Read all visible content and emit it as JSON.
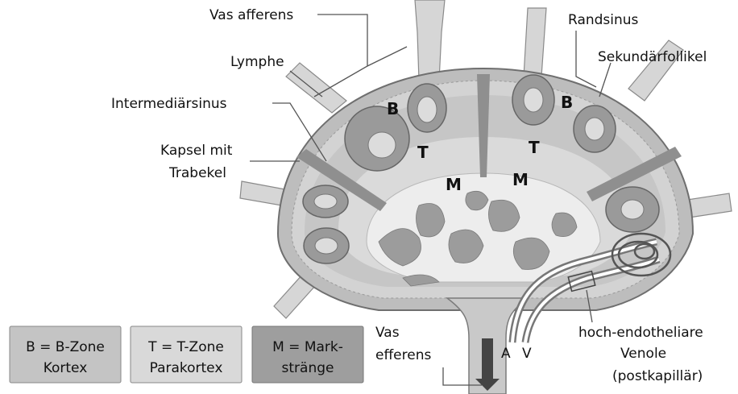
{
  "labels": {
    "vas_afferens": "Vas afferens",
    "lymphe": "Lymphe",
    "intermediaersinus": "Intermediärsinus",
    "kapsel_line1": "Kapsel mit",
    "kapsel_line2": "Trabekel",
    "randsinus": "Randsinus",
    "sekundaerfollikel": "Sekundärfollikel",
    "vas_efferens_line1": "Vas",
    "vas_efferens_line2": "efferens",
    "artery": "A",
    "vein": "V",
    "venole_line1": "hoch-endotheliare",
    "venole_line2": "Venole",
    "venole_line3": "(postkapillär)"
  },
  "zones": {
    "b": "B",
    "t": "T",
    "m": "M"
  },
  "legend": [
    {
      "line1": "B = B-Zone",
      "line2": "Kortex",
      "color": "#c4c4c4"
    },
    {
      "line1": "T = T-Zone",
      "line2": "Parakortex",
      "color": "#d9d9d9"
    },
    {
      "line1": "M = Mark-",
      "line2": "stränge",
      "color": "#9e9e9e"
    }
  ]
}
